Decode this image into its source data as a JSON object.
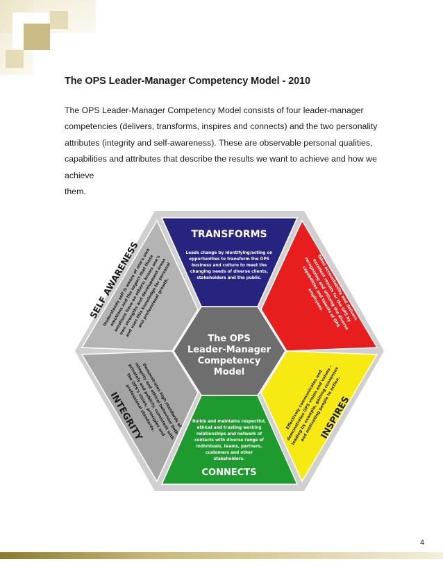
{
  "document": {
    "title": "The OPS Leader-Manager Competency Model - 2010",
    "intro_lines": [
      "The OPS Leader-Manager Competency Model consists of four leader-manager",
      "competencies (delivers, transforms, inspires and connects) and the two personality",
      "attributes (integrity and self-awareness). These are observable personal qualities,",
      "capabilities and attributes that describe the results we want to achieve and how we achieve",
      "them."
    ],
    "page_number": "4"
  },
  "model": {
    "center_lines": [
      "The OPS",
      "Leader-Manager",
      "Competency",
      "Model"
    ],
    "segments": {
      "transforms": {
        "title": "TRANSFORMS",
        "color": "#26247e",
        "lines": [
          "Leads change by identifying/acting on",
          "opportunities to transform the OPS",
          "business and culture to meet the",
          "changing needs of diverse clients,",
          "stakeholders and the public."
        ]
      },
      "delivers": {
        "title": "DELIVERS",
        "color": "#e81d1d",
        "lines": [
          "Takes accountability and delivers",
          "excellent results for the OPS by",
          "recognizing and utilizing the diverse",
          "capabilities and talents of OPS",
          "employees."
        ]
      },
      "inspires": {
        "title": "INSPIRES",
        "color": "#f7ea12",
        "lines": [
          "Effectively communicates and",
          "demonstrates OPS vision and values –",
          "leading by example, gaining consensus",
          "and motivating people to action."
        ]
      },
      "connects": {
        "title": "CONNECTS",
        "color": "#1e9a2e",
        "lines": [
          "Builds and maintains respectful,",
          "ethical and trusting working",
          "relationships and network of",
          "contacts with diverse range of",
          "individuals, teams, partners,",
          "customers and other",
          "stakeholders."
        ]
      },
      "integrity": {
        "title": "INTEGRITY",
        "color": "#a5a5a5",
        "lines": [
          "Demonstrates high standards of",
          "integrity and ethical behaviour both",
          "privately and publicly, consistent with",
          "the OPS's vision, principles and",
          "professional standards."
        ]
      },
      "self_awareness": {
        "title": "SELF AWARENESS",
        "color": "#b4b4b4",
        "lines": [
          "Understands self is aware of one's own",
          "emotions and the impact that these",
          "emotions have on others; knows one's",
          "own strengths and development areas",
          "and uses this knowledge for personal",
          "and professional growth."
        ]
      }
    }
  }
}
